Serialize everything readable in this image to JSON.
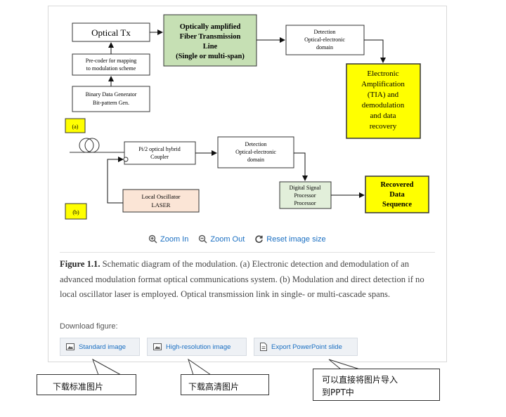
{
  "diagram": {
    "optical_tx": "Optical Tx",
    "fiber_line": [
      "Optically amplified",
      "Fiber Transmission",
      "Line",
      "(Single or multi-span)"
    ],
    "detection_top": [
      "Detection",
      "Optical-electronic",
      "domain"
    ],
    "electronic_amp": [
      "Electronic",
      "Amplification",
      "(TIA) and",
      "demodulation",
      "and data",
      "recovery"
    ],
    "precoder": [
      "Pre-coder for mapping",
      "to modulation scheme"
    ],
    "binary_gen": [
      "Binary Data Generator",
      "Bit-pattern Gen."
    ],
    "label_a": "(a)",
    "hybrid": [
      "Pi/2 optical hybrid",
      "Coupler"
    ],
    "detection_bottom": [
      "Detection",
      "Optical-electronic",
      "domain"
    ],
    "dsp": [
      "Digital Signal",
      "Processor",
      "Processor"
    ],
    "recovered": [
      "Recovered",
      "Data",
      "Sequence"
    ],
    "local_osc": [
      "Local Oscillator",
      "LASER"
    ],
    "label_b": "(b)",
    "colors": {
      "fiber_fill": "#c6e0b4",
      "yellow_fill": "#ffff00",
      "laser_fill": "#fbe5d6",
      "dsp_fill": "#e2efda"
    }
  },
  "zoom": {
    "zoom_in": "Zoom In",
    "zoom_out": "Zoom Out",
    "reset": "Reset image size"
  },
  "caption": {
    "label": "Figure 1.1.",
    "text": " Schematic diagram of the modulation. (a) Electronic detection and demodulation of an advanced modulation format optical communications system. (b) Modulation and direct detection if no local oscillator laser is employed. Optical transmission link in single- or multi-cascade spans."
  },
  "download": {
    "label": "Download figure:",
    "standard": "Standard image",
    "hires": "High-resolution image",
    "ppt": "Export PowerPoint slide"
  },
  "callouts": {
    "standard": "下载标准图片",
    "hires": "下载高清图片",
    "ppt_line1": "可以直接将图片导入",
    "ppt_line2": "到PPT中"
  },
  "accent_color": "#1a6fc2"
}
